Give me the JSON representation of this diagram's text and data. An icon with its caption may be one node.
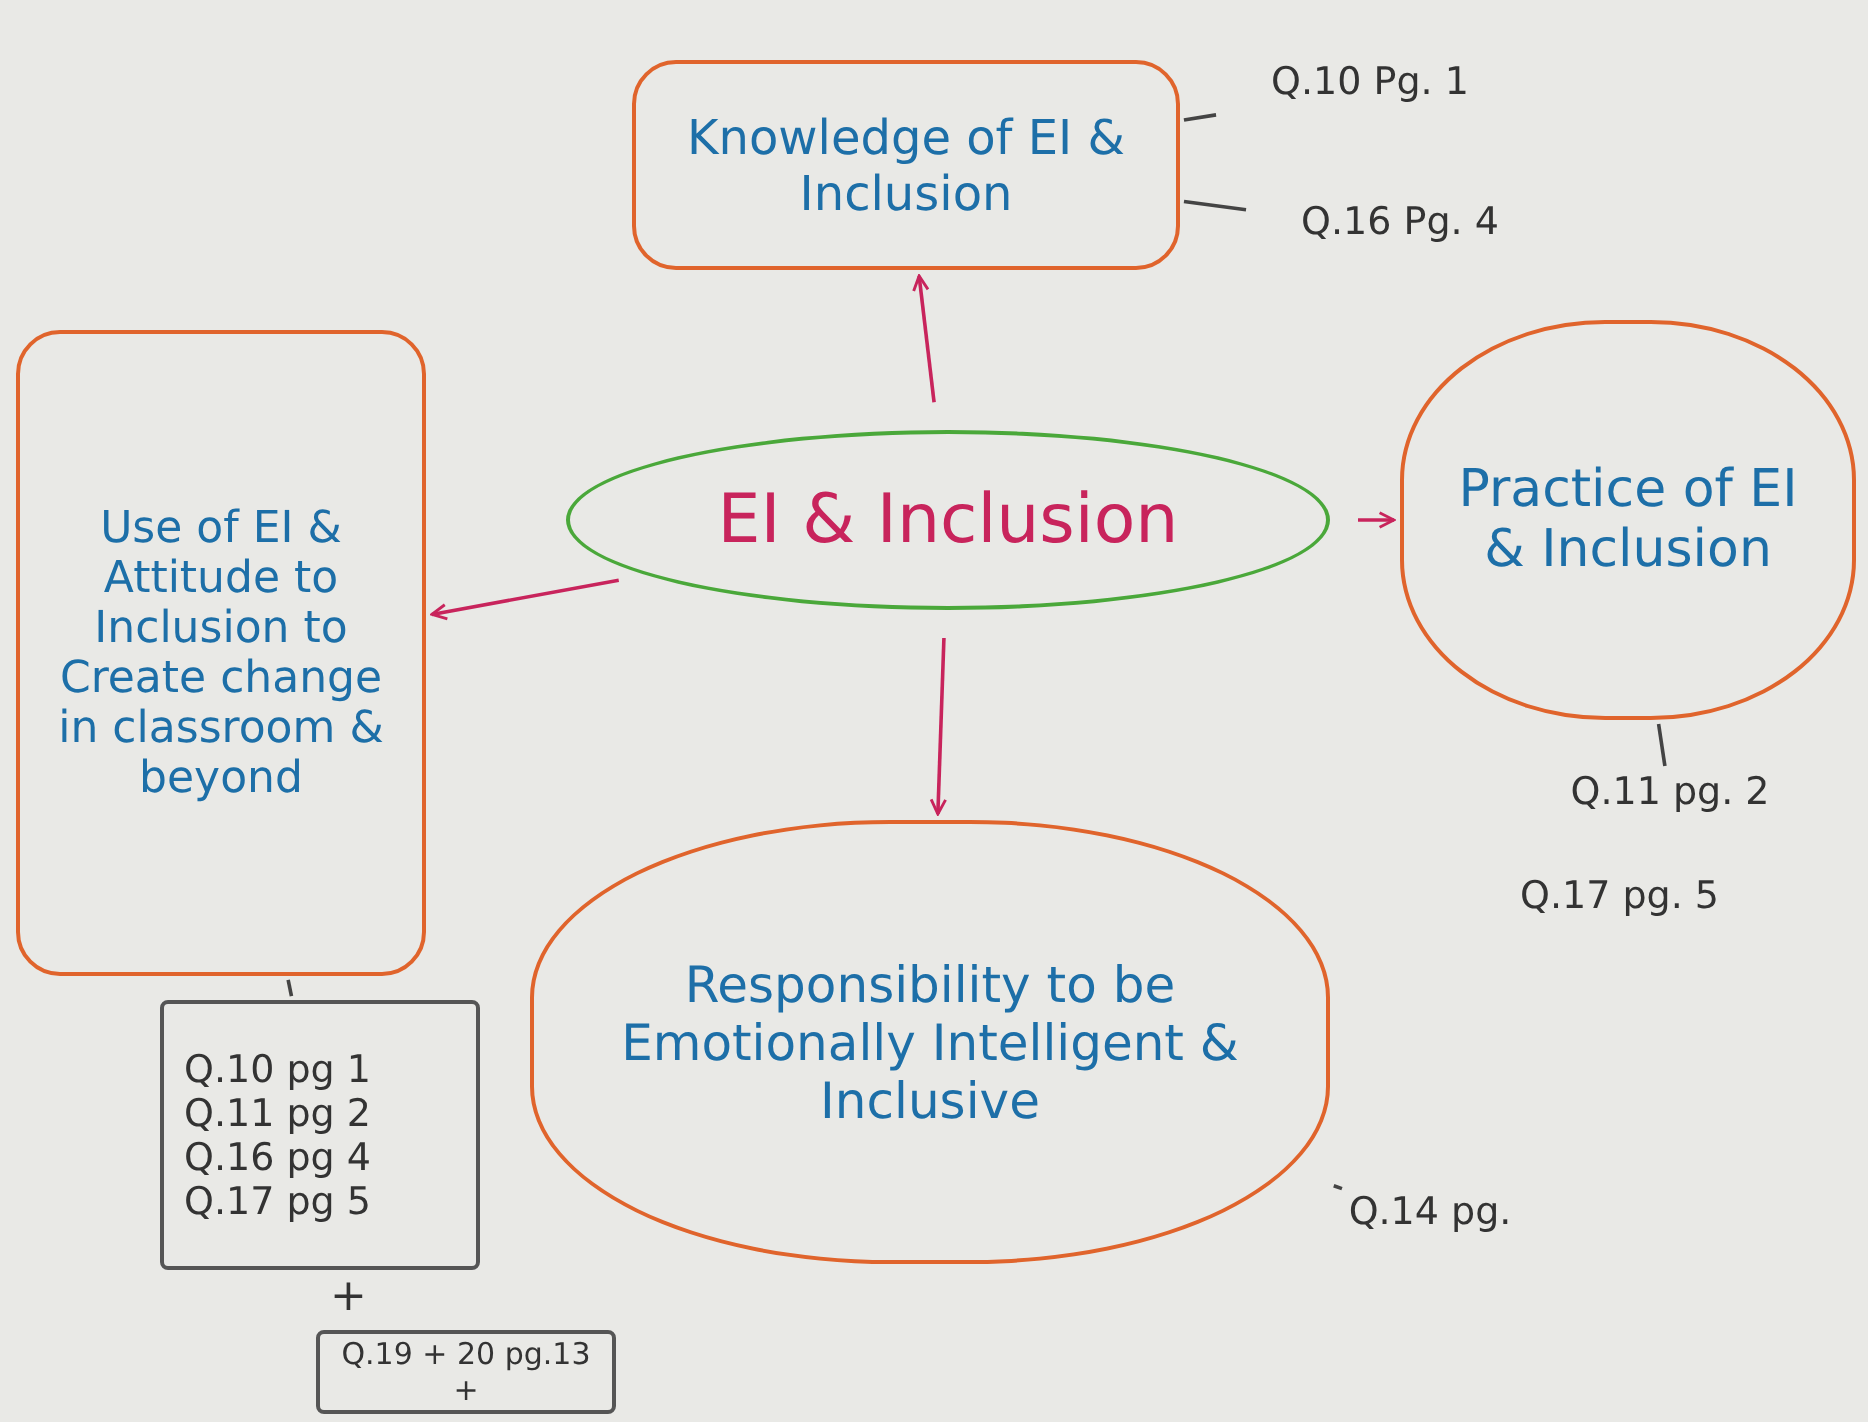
{
  "diagram": {
    "nodes": [
      {
        "text": [
          "EI & Inclusion"
        ]
      },
      {
        "text": [
          "Knowledge of EI & Inclusion"
        ]
      },
      {
        "text": [
          "Use of EI & Attitude to Inclusion to Create change in classroom & beyond"
        ]
      },
      {
        "text": [
          "Practice of EI & Inclusion"
        ]
      },
      {
        "text": [
          "Responsibility to be Emotionally Intelligent & Inclusive"
        ]
      },
      {
        "text": [
          "Q.10 Pg. 1"
        ]
      },
      {
        "text": [
          "Q.16 Pg. 4"
        ]
      },
      {
        "text": [
          "Q.11 pg. 2"
        ]
      },
      {
        "text": [
          "Q.14 pg."
        ]
      },
      {
        "text": [
          "Q.10 pg 1",
          "Q.11 pg 2",
          "Q.16 pg 4",
          "Q.17 pg 5"
        ]
      },
      {
        "text": [
          "Q.19 + 20 pg.13 +"
        ]
      }
    ],
    "edges": [
      {
        "from": 0,
        "to": 1,
        "arrow": "to",
        "color": "#c8245c"
      },
      {
        "from": 0,
        "to": 2,
        "arrow": "to",
        "color": "#c8245c"
      },
      {
        "from": 0,
        "to": 3,
        "arrow": "to",
        "color": "#c8245c"
      },
      {
        "from": 0,
        "to": 4,
        "arrow": "to",
        "color": "#c8245c"
      },
      {
        "from": 5,
        "to": 1,
        "arrow": "none"
      },
      {
        "from": 6,
        "to": 1,
        "arrow": "none"
      },
      {
        "from": 7,
        "to": 3,
        "arrow": "none"
      },
      {
        "from": 8,
        "to": 4,
        "arrow": "none"
      },
      {
        "from": 2,
        "to": 9,
        "arrow": "none"
      }
    ],
    "labels": [
      "Q.17 pg. 5",
      "+"
    ]
  }
}
